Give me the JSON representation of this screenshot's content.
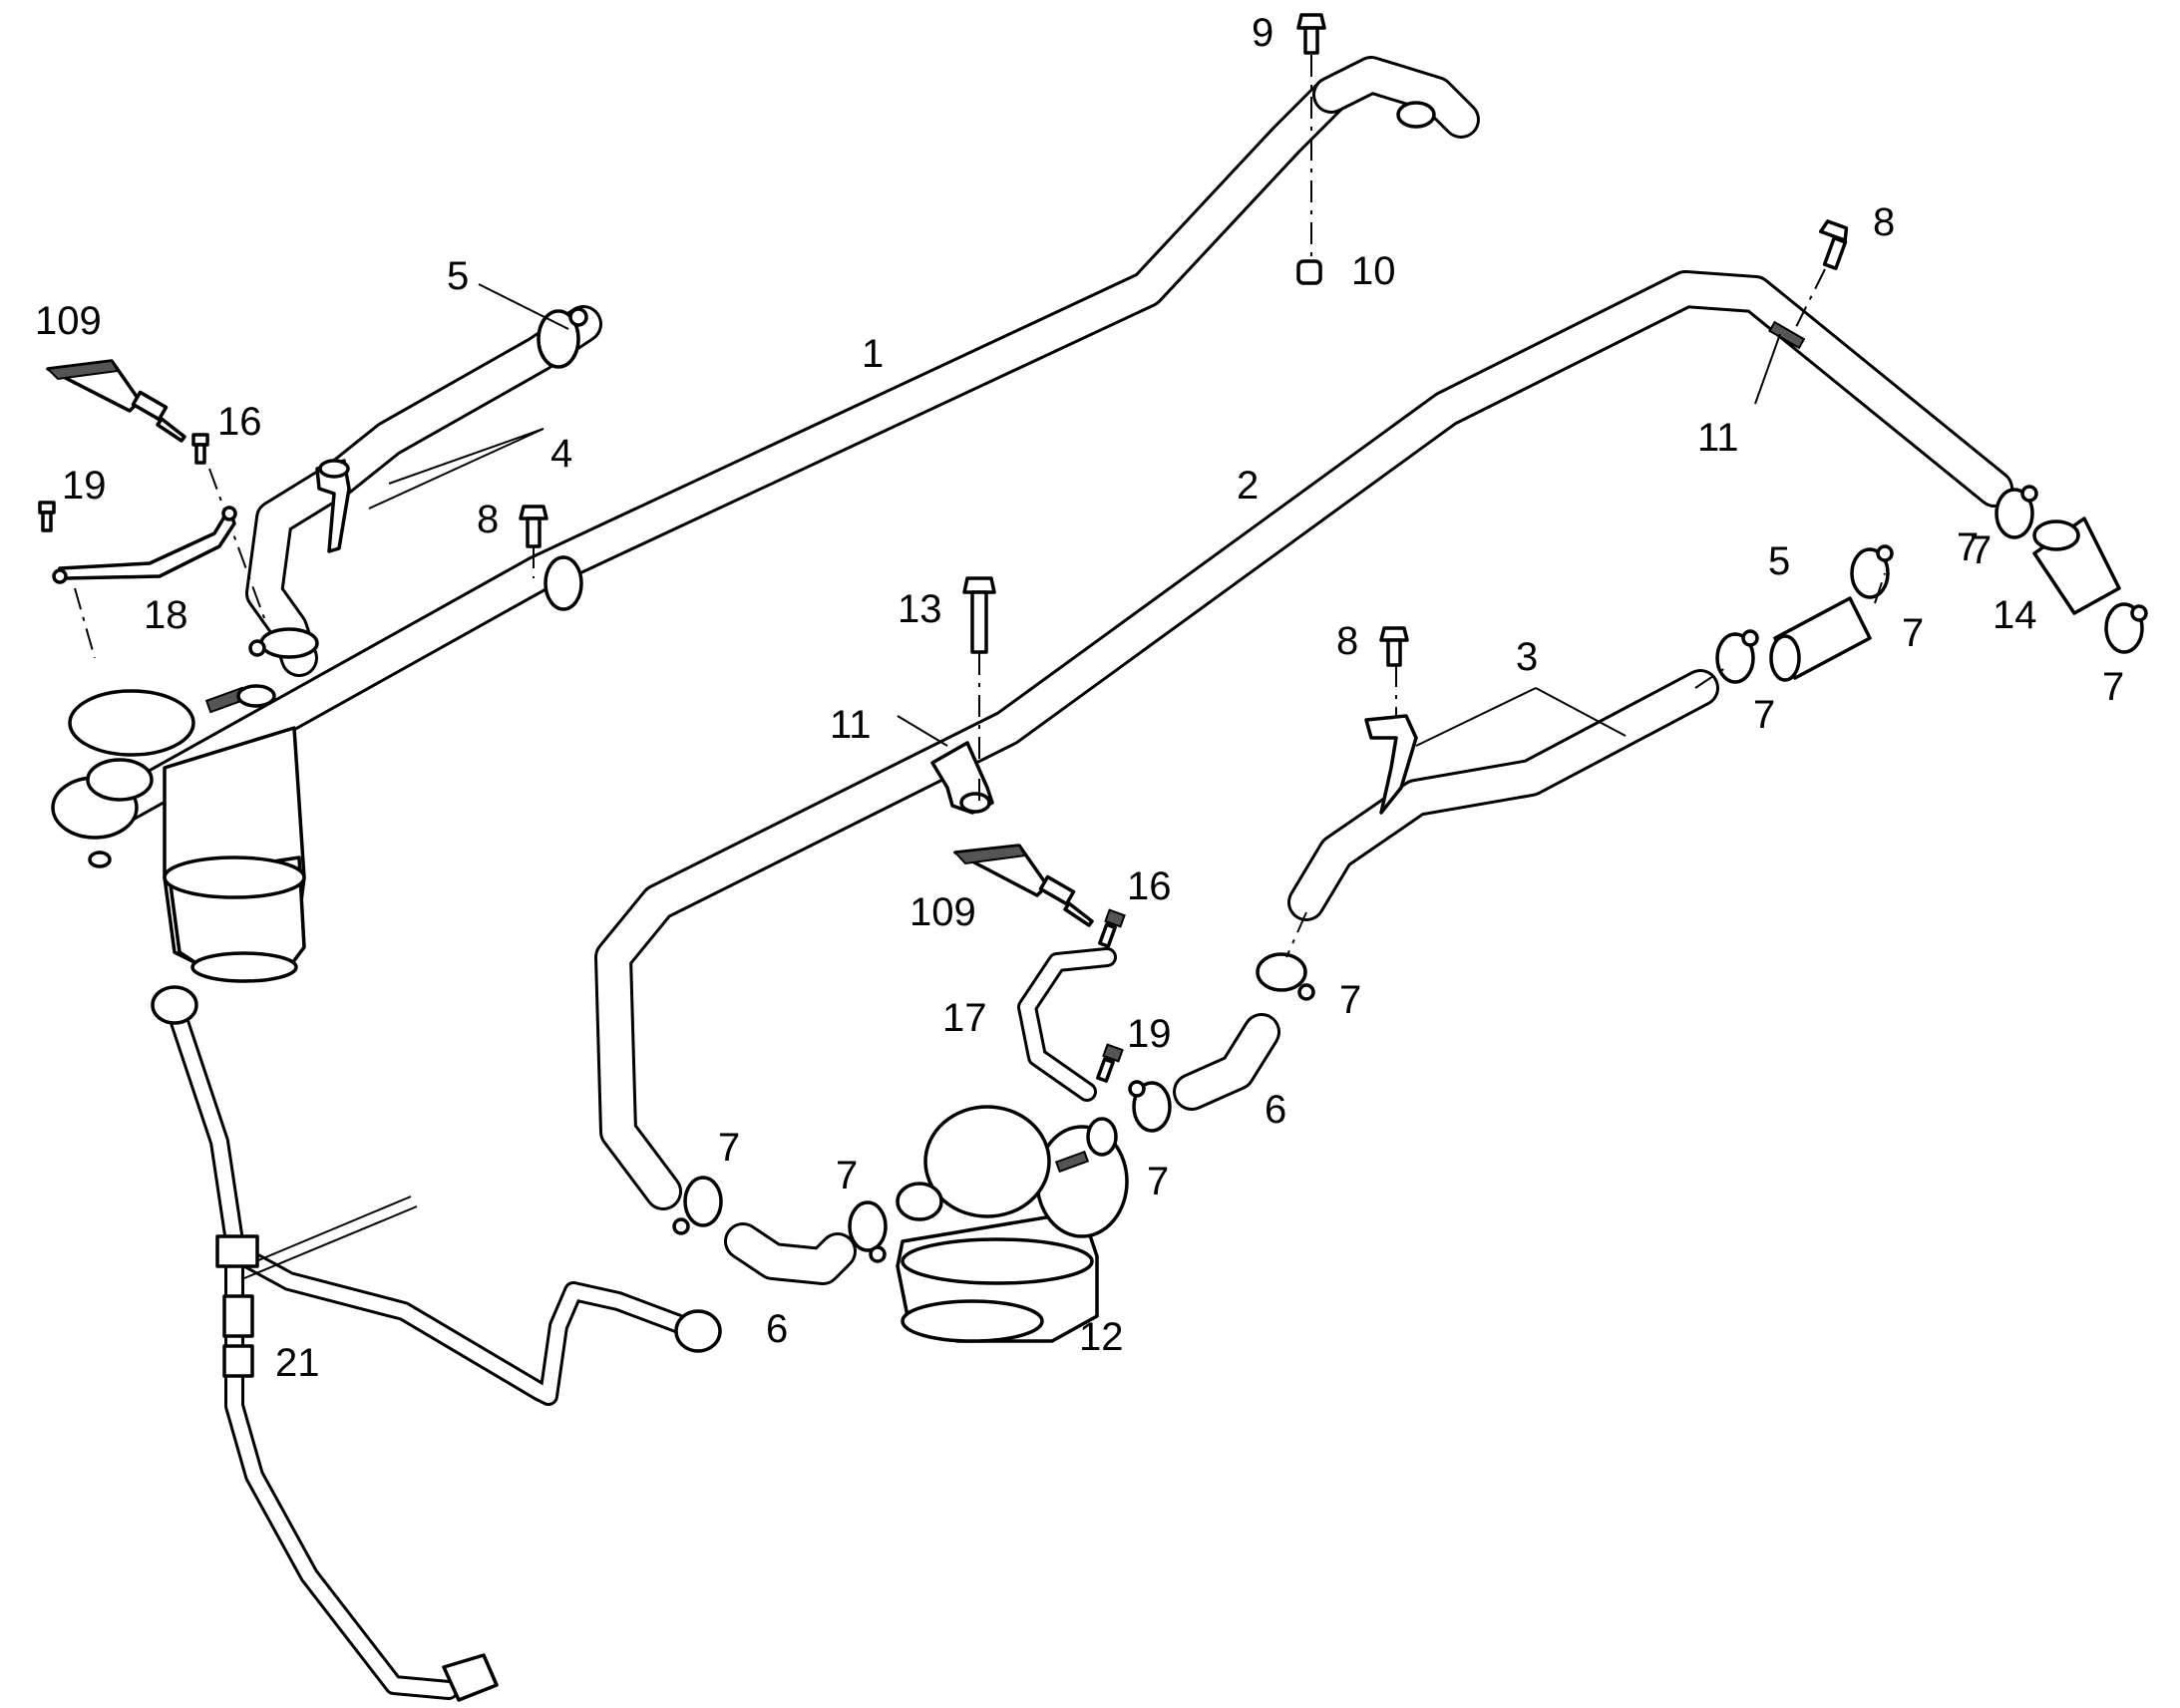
{
  "callouts": [
    {
      "id": "c1",
      "text": "1"
    },
    {
      "id": "c2",
      "text": "2"
    },
    {
      "id": "c3",
      "text": "3"
    },
    {
      "id": "c4",
      "text": "4"
    },
    {
      "id": "c5a",
      "text": "5"
    },
    {
      "id": "c5b",
      "text": "5"
    },
    {
      "id": "c6a",
      "text": "6"
    },
    {
      "id": "c6b",
      "text": "6"
    },
    {
      "id": "c7a",
      "text": "7"
    },
    {
      "id": "c7b",
      "text": "7"
    },
    {
      "id": "c7c",
      "text": "7"
    },
    {
      "id": "c7d",
      "text": "7"
    },
    {
      "id": "c7e",
      "text": "7"
    },
    {
      "id": "c7f",
      "text": "7"
    },
    {
      "id": "c7g",
      "text": "7"
    },
    {
      "id": "c7h",
      "text": "7"
    },
    {
      "id": "c7i",
      "text": "7"
    },
    {
      "id": "c8a",
      "text": "8"
    },
    {
      "id": "c8b",
      "text": "8"
    },
    {
      "id": "c8c",
      "text": "8"
    },
    {
      "id": "c9",
      "text": "9"
    },
    {
      "id": "c10",
      "text": "10"
    },
    {
      "id": "c11a",
      "text": "11"
    },
    {
      "id": "c11b",
      "text": "11"
    },
    {
      "id": "c12",
      "text": "12"
    },
    {
      "id": "c13",
      "text": "13"
    },
    {
      "id": "c14",
      "text": "14"
    },
    {
      "id": "c16a",
      "text": "16"
    },
    {
      "id": "c16b",
      "text": "16"
    },
    {
      "id": "c17",
      "text": "17"
    },
    {
      "id": "c18",
      "text": "18"
    },
    {
      "id": "c19a",
      "text": "19"
    },
    {
      "id": "c19b",
      "text": "19"
    },
    {
      "id": "c21",
      "text": "21"
    },
    {
      "id": "c109a",
      "text": "109"
    },
    {
      "id": "c109b",
      "text": "109"
    }
  ]
}
